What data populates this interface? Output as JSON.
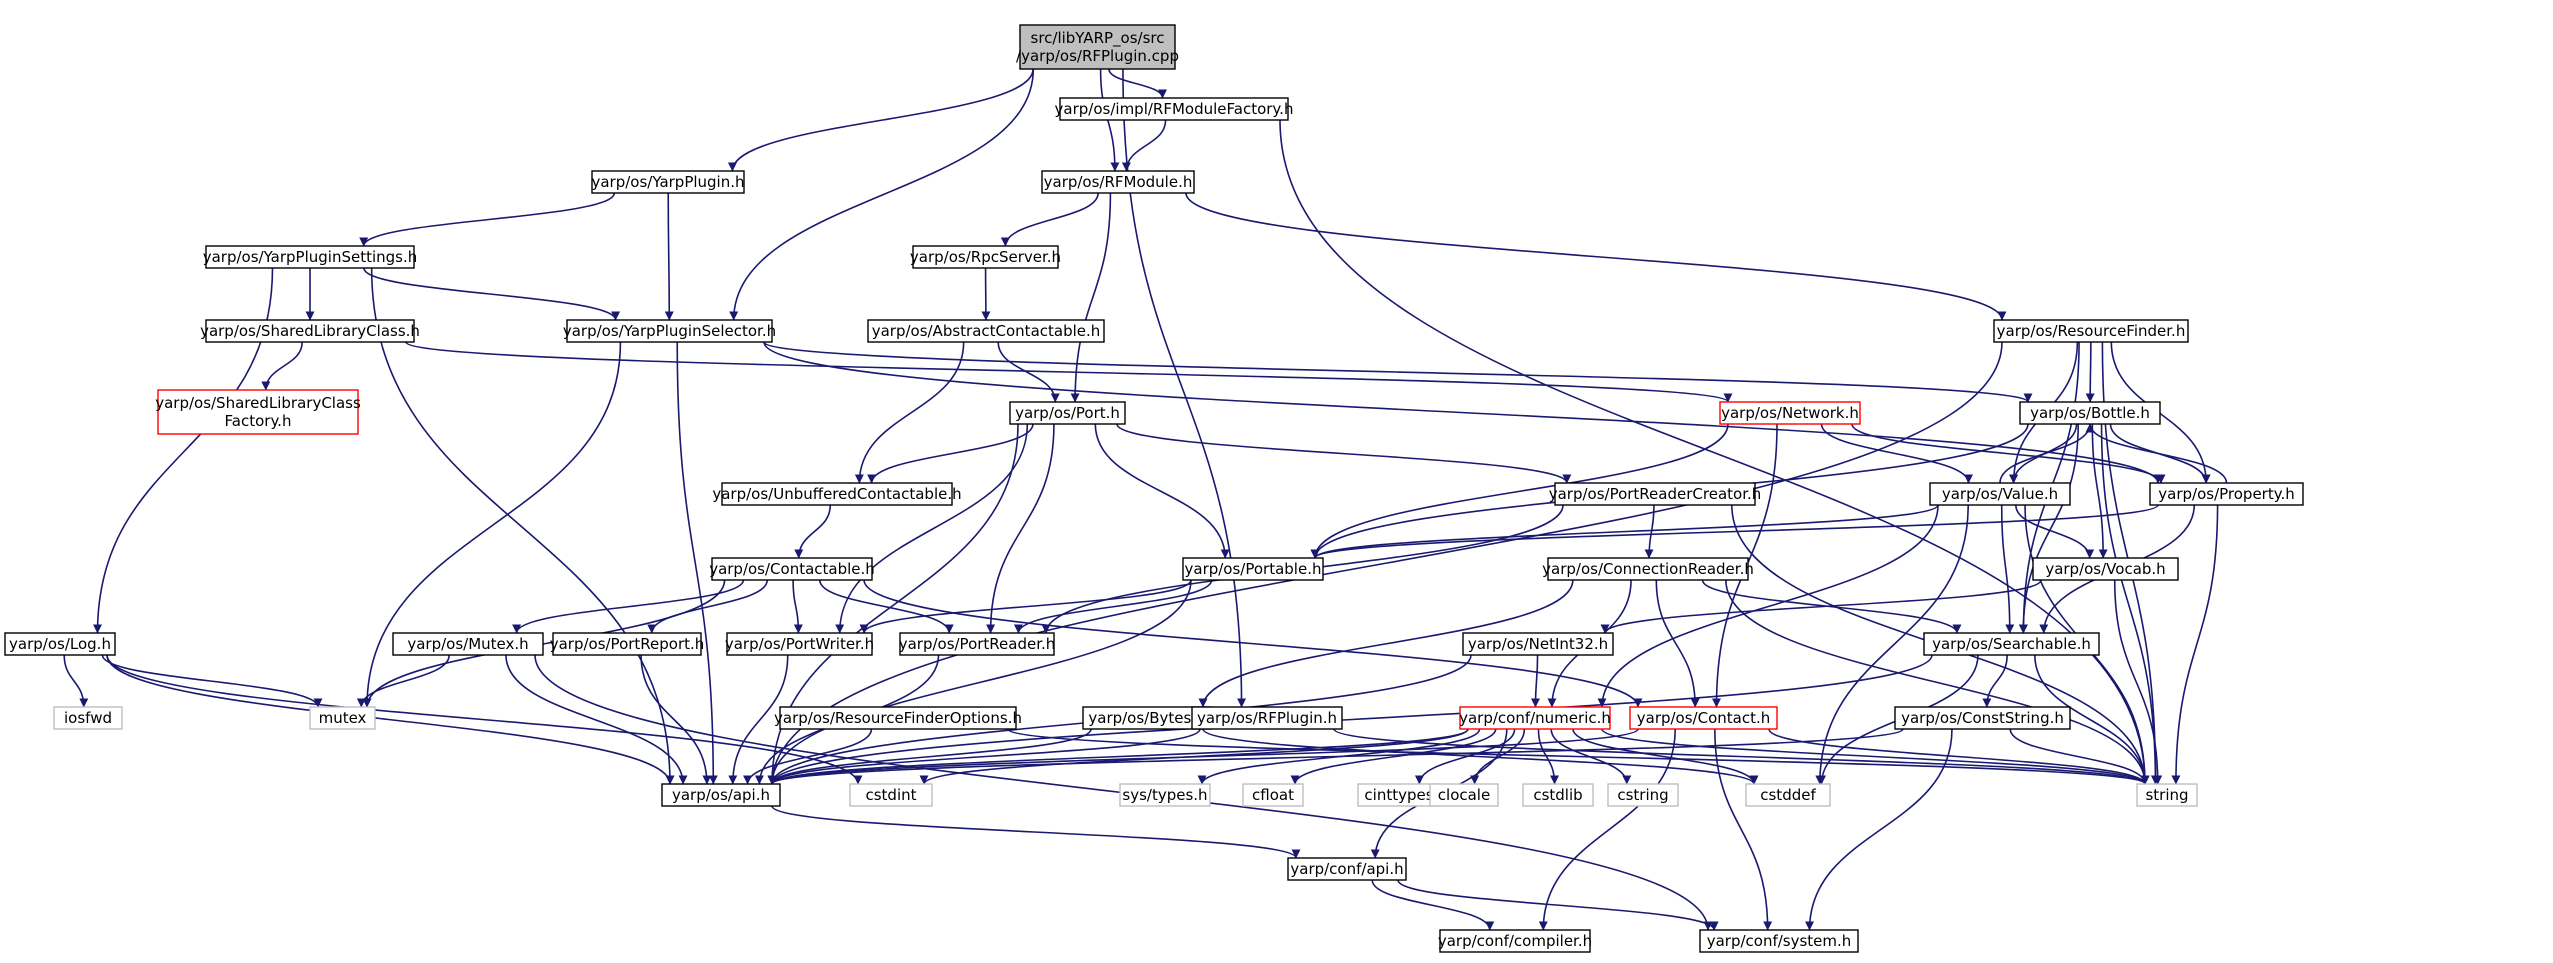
{
  "diagram": {
    "title": "",
    "nodes": [
      {
        "id": "root",
        "lines": [
          "src/libYARP_os/src",
          "/yarp/os/RFPlugin.cpp"
        ],
        "style": "root"
      },
      {
        "id": "RFModuleFactory",
        "lines": [
          "yarp/os/impl/RFModuleFactory.h"
        ],
        "style": "normal"
      },
      {
        "id": "YarpPlugin",
        "lines": [
          "yarp/os/YarpPlugin.h"
        ],
        "style": "normal"
      },
      {
        "id": "RFModule",
        "lines": [
          "yarp/os/RFModule.h"
        ],
        "style": "normal"
      },
      {
        "id": "YarpPluginSettings",
        "lines": [
          "yarp/os/YarpPluginSettings.h"
        ],
        "style": "normal"
      },
      {
        "id": "RpcServer",
        "lines": [
          "yarp/os/RpcServer.h"
        ],
        "style": "normal"
      },
      {
        "id": "SharedLibraryClass",
        "lines": [
          "yarp/os/SharedLibraryClass.h"
        ],
        "style": "normal"
      },
      {
        "id": "YarpPluginSelector",
        "lines": [
          "yarp/os/YarpPluginSelector.h"
        ],
        "style": "normal"
      },
      {
        "id": "AbstractContactable",
        "lines": [
          "yarp/os/AbstractContactable.h"
        ],
        "style": "normal"
      },
      {
        "id": "ResourceFinder",
        "lines": [
          "yarp/os/ResourceFinder.h"
        ],
        "style": "normal"
      },
      {
        "id": "SharedLibraryClassFactory",
        "lines": [
          "yarp/os/SharedLibraryClass",
          "Factory.h"
        ],
        "style": "red"
      },
      {
        "id": "Port",
        "lines": [
          "yarp/os/Port.h"
        ],
        "style": "normal"
      },
      {
        "id": "Network",
        "lines": [
          "yarp/os/Network.h"
        ],
        "style": "red"
      },
      {
        "id": "Bottle",
        "lines": [
          "yarp/os/Bottle.h"
        ],
        "style": "normal"
      },
      {
        "id": "UnbufferedContactable",
        "lines": [
          "yarp/os/UnbufferedContactable.h"
        ],
        "style": "normal"
      },
      {
        "id": "PortReaderCreator",
        "lines": [
          "yarp/os/PortReaderCreator.h"
        ],
        "style": "normal"
      },
      {
        "id": "Value",
        "lines": [
          "yarp/os/Value.h"
        ],
        "style": "normal"
      },
      {
        "id": "Property",
        "lines": [
          "yarp/os/Property.h"
        ],
        "style": "normal"
      },
      {
        "id": "Contactable",
        "lines": [
          "yarp/os/Contactable.h"
        ],
        "style": "normal"
      },
      {
        "id": "Portable",
        "lines": [
          "yarp/os/Portable.h"
        ],
        "style": "normal"
      },
      {
        "id": "ConnectionReader",
        "lines": [
          "yarp/os/ConnectionReader.h"
        ],
        "style": "normal"
      },
      {
        "id": "Vocab",
        "lines": [
          "yarp/os/Vocab.h"
        ],
        "style": "normal"
      },
      {
        "id": "Log",
        "lines": [
          "yarp/os/Log.h"
        ],
        "style": "normal"
      },
      {
        "id": "Mutex",
        "lines": [
          "yarp/os/Mutex.h"
        ],
        "style": "normal"
      },
      {
        "id": "PortReport",
        "lines": [
          "yarp/os/PortReport.h"
        ],
        "style": "normal"
      },
      {
        "id": "PortWriter",
        "lines": [
          "yarp/os/PortWriter.h"
        ],
        "style": "normal"
      },
      {
        "id": "PortReader",
        "lines": [
          "yarp/os/PortReader.h"
        ],
        "style": "normal"
      },
      {
        "id": "NetInt32",
        "lines": [
          "yarp/os/NetInt32.h"
        ],
        "style": "normal"
      },
      {
        "id": "Searchable",
        "lines": [
          "yarp/os/Searchable.h"
        ],
        "style": "normal"
      },
      {
        "id": "iosfwd",
        "lines": [
          "iosfwd"
        ],
        "style": "sys"
      },
      {
        "id": "mutex",
        "lines": [
          "mutex"
        ],
        "style": "sys"
      },
      {
        "id": "ResourceFinderOptions",
        "lines": [
          "yarp/os/ResourceFinderOptions.h"
        ],
        "style": "normal"
      },
      {
        "id": "Bytes",
        "lines": [
          "yarp/os/Bytes.h"
        ],
        "style": "normal"
      },
      {
        "id": "RFPlugin",
        "lines": [
          "yarp/os/RFPlugin.h"
        ],
        "style": "normal"
      },
      {
        "id": "Numeric",
        "lines": [
          "yarp/conf/numeric.h"
        ],
        "style": "red"
      },
      {
        "id": "Contact",
        "lines": [
          "yarp/os/Contact.h"
        ],
        "style": "red"
      },
      {
        "id": "ConstString",
        "lines": [
          "yarp/os/ConstString.h"
        ],
        "style": "normal"
      },
      {
        "id": "osapi",
        "lines": [
          "yarp/os/api.h"
        ],
        "style": "normal"
      },
      {
        "id": "cstdint",
        "lines": [
          "cstdint"
        ],
        "style": "sys"
      },
      {
        "id": "systypes",
        "lines": [
          "sys/types.h"
        ],
        "style": "sys"
      },
      {
        "id": "cfloat",
        "lines": [
          "cfloat"
        ],
        "style": "sys"
      },
      {
        "id": "cinttypes",
        "lines": [
          "cinttypes"
        ],
        "style": "sys"
      },
      {
        "id": "clocale",
        "lines": [
          "clocale"
        ],
        "style": "sys"
      },
      {
        "id": "cstdlib",
        "lines": [
          "cstdlib"
        ],
        "style": "sys"
      },
      {
        "id": "cstring",
        "lines": [
          "cstring"
        ],
        "style": "sys"
      },
      {
        "id": "cstddef",
        "lines": [
          "cstddef"
        ],
        "style": "sys"
      },
      {
        "id": "string",
        "lines": [
          "string"
        ],
        "style": "sys"
      },
      {
        "id": "confapi",
        "lines": [
          "yarp/conf/api.h"
        ],
        "style": "normal"
      },
      {
        "id": "compiler",
        "lines": [
          "yarp/conf/compiler.h"
        ],
        "style": "normal"
      },
      {
        "id": "system",
        "lines": [
          "yarp/conf/system.h"
        ],
        "style": "normal"
      }
    ],
    "edges": [
      [
        "root",
        "RFModuleFactory"
      ],
      [
        "root",
        "YarpPlugin"
      ],
      [
        "root",
        "RFModule"
      ],
      [
        "root",
        "YarpPluginSelector"
      ],
      [
        "root",
        "RFPlugin"
      ],
      [
        "RFModuleFactory",
        "RFModule"
      ],
      [
        "RFModuleFactory",
        "string"
      ],
      [
        "YarpPlugin",
        "YarpPluginSettings"
      ],
      [
        "YarpPlugin",
        "YarpPluginSelector"
      ],
      [
        "RFModule",
        "RpcServer"
      ],
      [
        "RFModule",
        "Port"
      ],
      [
        "RFModule",
        "ResourceFinder"
      ],
      [
        "YarpPluginSettings",
        "SharedLibraryClass"
      ],
      [
        "YarpPluginSettings",
        "YarpPluginSelector"
      ],
      [
        "YarpPluginSettings",
        "Log"
      ],
      [
        "YarpPluginSettings",
        "osapi"
      ],
      [
        "SharedLibraryClass",
        "SharedLibraryClassFactory"
      ],
      [
        "SharedLibraryClass",
        "Network"
      ],
      [
        "YarpPluginSelector",
        "Bottle"
      ],
      [
        "YarpPluginSelector",
        "Property"
      ],
      [
        "YarpPluginSelector",
        "mutex"
      ],
      [
        "YarpPluginSelector",
        "osapi"
      ],
      [
        "RpcServer",
        "AbstractContactable"
      ],
      [
        "AbstractContactable",
        "Port"
      ],
      [
        "AbstractContactable",
        "UnbufferedContactable"
      ],
      [
        "ResourceFinder",
        "Bottle"
      ],
      [
        "ResourceFinder",
        "Property"
      ],
      [
        "ResourceFinder",
        "Value"
      ],
      [
        "ResourceFinder",
        "Searchable"
      ],
      [
        "ResourceFinder",
        "string"
      ],
      [
        "ResourceFinder",
        "osapi"
      ],
      [
        "Port",
        "UnbufferedContactable"
      ],
      [
        "Port",
        "PortReaderCreator"
      ],
      [
        "Port",
        "Portable"
      ],
      [
        "Port",
        "PortWriter"
      ],
      [
        "Port",
        "PortReader"
      ],
      [
        "Port",
        "osapi"
      ],
      [
        "Network",
        "Value"
      ],
      [
        "Network",
        "Portable"
      ],
      [
        "Network",
        "Property"
      ],
      [
        "Network",
        "Contact"
      ],
      [
        "Bottle",
        "Value"
      ],
      [
        "Bottle",
        "Property"
      ],
      [
        "Bottle",
        "Portable"
      ],
      [
        "Bottle",
        "Vocab"
      ],
      [
        "Bottle",
        "Searchable"
      ],
      [
        "Bottle",
        "string"
      ],
      [
        "UnbufferedContactable",
        "Contactable"
      ],
      [
        "PortReaderCreator",
        "ConnectionReader"
      ],
      [
        "PortReaderCreator",
        "PortReader"
      ],
      [
        "PortReaderCreator",
        "string"
      ],
      [
        "Value",
        "Bottle"
      ],
      [
        "Value",
        "Portable"
      ],
      [
        "Value",
        "Vocab"
      ],
      [
        "Value",
        "Searchable"
      ],
      [
        "Value",
        "Numeric"
      ],
      [
        "Value",
        "cstddef"
      ],
      [
        "Value",
        "string"
      ],
      [
        "Property",
        "Bottle"
      ],
      [
        "Property",
        "Portable"
      ],
      [
        "Property",
        "Searchable"
      ],
      [
        "Property",
        "string"
      ],
      [
        "Contactable",
        "Mutex"
      ],
      [
        "Contactable",
        "PortReport"
      ],
      [
        "Contactable",
        "PortWriter"
      ],
      [
        "Contactable",
        "PortReader"
      ],
      [
        "Contactable",
        "mutex"
      ],
      [
        "Contactable",
        "Contact"
      ],
      [
        "Portable",
        "PortWriter"
      ],
      [
        "Portable",
        "PortReader"
      ],
      [
        "Portable",
        "osapi"
      ],
      [
        "ConnectionReader",
        "Searchable"
      ],
      [
        "ConnectionReader",
        "Bytes"
      ],
      [
        "ConnectionReader",
        "Numeric"
      ],
      [
        "ConnectionReader",
        "Contact"
      ],
      [
        "ConnectionReader",
        "string"
      ],
      [
        "Vocab",
        "NetInt32"
      ],
      [
        "Vocab",
        "string"
      ],
      [
        "Log",
        "iosfwd"
      ],
      [
        "Log",
        "mutex"
      ],
      [
        "Log",
        "osapi"
      ],
      [
        "Log",
        "cstdint"
      ],
      [
        "Mutex",
        "mutex"
      ],
      [
        "Mutex",
        "osapi"
      ],
      [
        "Mutex",
        "system"
      ],
      [
        "PortReport",
        "osapi"
      ],
      [
        "PortWriter",
        "osapi"
      ],
      [
        "PortReader",
        "osapi"
      ],
      [
        "NetInt32",
        "Numeric"
      ],
      [
        "NetInt32",
        "osapi"
      ],
      [
        "Searchable",
        "ConstString"
      ],
      [
        "Searchable",
        "cstddef"
      ],
      [
        "Searchable",
        "string"
      ],
      [
        "Searchable",
        "osapi"
      ],
      [
        "ResourceFinderOptions",
        "osapi"
      ],
      [
        "ResourceFinderOptions",
        "string"
      ],
      [
        "Bytes",
        "osapi"
      ],
      [
        "Bytes",
        "cstddef"
      ],
      [
        "RFPlugin",
        "osapi"
      ],
      [
        "RFPlugin",
        "string"
      ],
      [
        "Numeric",
        "osapi"
      ],
      [
        "Numeric",
        "confapi"
      ],
      [
        "Numeric",
        "cstdint"
      ],
      [
        "Numeric",
        "systypes"
      ],
      [
        "Numeric",
        "cfloat"
      ],
      [
        "Numeric",
        "cinttypes"
      ],
      [
        "Numeric",
        "clocale"
      ],
      [
        "Numeric",
        "cstdlib"
      ],
      [
        "Numeric",
        "cstring"
      ],
      [
        "Numeric",
        "cstddef"
      ],
      [
        "Numeric",
        "string"
      ],
      [
        "Contact",
        "osapi"
      ],
      [
        "Contact",
        "compiler"
      ],
      [
        "Contact",
        "system"
      ],
      [
        "Contact",
        "string"
      ],
      [
        "ConstString",
        "osapi"
      ],
      [
        "ConstString",
        "string"
      ],
      [
        "ConstString",
        "system"
      ],
      [
        "osapi",
        "confapi"
      ],
      [
        "confapi",
        "compiler"
      ],
      [
        "confapi",
        "system"
      ]
    ]
  }
}
